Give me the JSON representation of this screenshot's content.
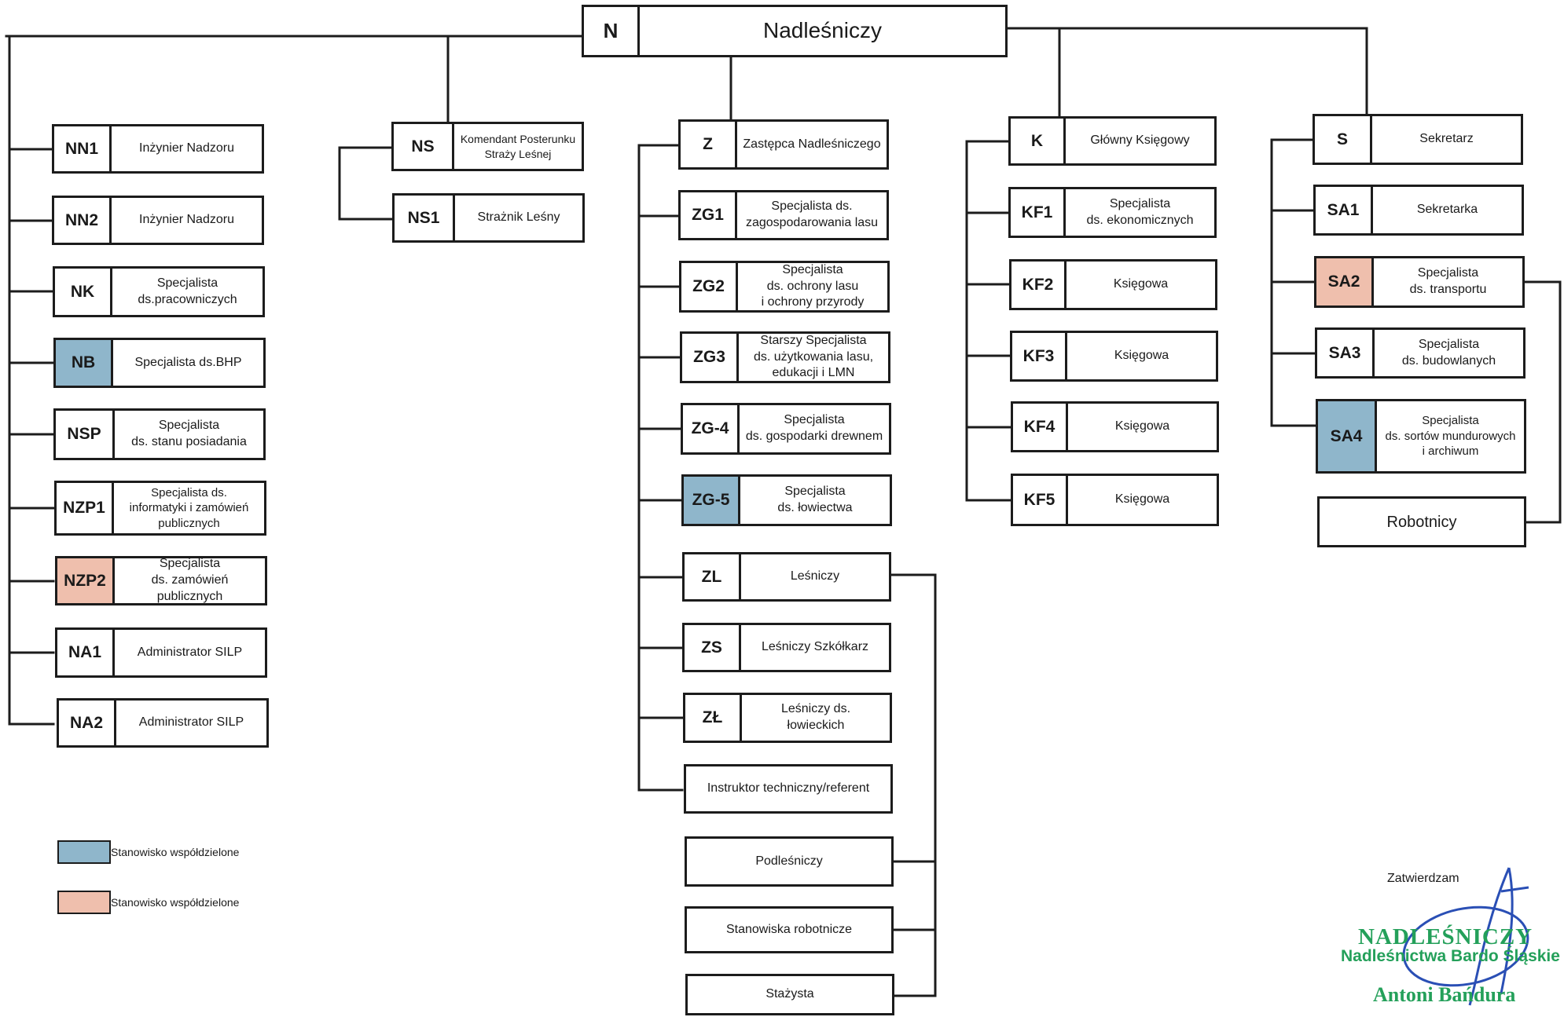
{
  "colors": {
    "shared_blue": "#8fb6cb",
    "shared_pink": "#efbfad",
    "line": "#1c1c1c",
    "stamp_green": "#24a05a",
    "signature_blue": "#2a4fb5"
  },
  "root": {
    "code": "N",
    "title": "Nadleśniczy"
  },
  "units": {
    "NN1": {
      "code": "NN1",
      "title": "Inżynier Nadzoru"
    },
    "NN2": {
      "code": "NN2",
      "title": "Inżynier Nadzoru"
    },
    "NK": {
      "code": "NK",
      "title": "Specjalista\nds.pracowniczych"
    },
    "NB": {
      "code": "NB",
      "title": "Specjalista ds.BHP",
      "shared": "blue"
    },
    "NSP": {
      "code": "NSP",
      "title": "Specjalista\nds. stanu posiadania"
    },
    "NZP1": {
      "code": "NZP1",
      "title": "Specjalista ds.\ninformatyki i zamówień\npublicznych"
    },
    "NZP2": {
      "code": "NZP2",
      "title": "Specjalista\nds. zamówień publicznych",
      "shared": "pink"
    },
    "NA1": {
      "code": "NA1",
      "title": "Administrator SILP"
    },
    "NA2": {
      "code": "NA2",
      "title": "Administrator SILP"
    },
    "NS": {
      "code": "NS",
      "title": "Komendant Posterunku\nStraży Leśnej"
    },
    "NS1": {
      "code": "NS1",
      "title": "Strażnik Leśny"
    },
    "Z": {
      "code": "Z",
      "title": "Zastępca Nadleśniczego"
    },
    "ZG1": {
      "code": "ZG1",
      "title": "Specjalista ds.\nzagospodarowania lasu"
    },
    "ZG2": {
      "code": "ZG2",
      "title": "Specjalista\nds. ochrony lasu\ni ochrony przyrody"
    },
    "ZG3": {
      "code": "ZG3",
      "title": "Starszy Specjalista\nds. użytkowania lasu,\nedukacji i LMN"
    },
    "ZG4": {
      "code": "ZG-4",
      "title": "Specjalista\nds. gospodarki drewnem"
    },
    "ZG5": {
      "code": "ZG-5",
      "title": "Specjalista\nds. łowiectwa",
      "shared": "blue"
    },
    "ZL": {
      "code": "ZL",
      "title": "Leśniczy"
    },
    "ZS": {
      "code": "ZS",
      "title": "Leśniczy Szkółkarz"
    },
    "ZLL": {
      "code": "ZŁ",
      "title": "Leśniczy ds.\nłowieckich"
    },
    "INSTR": {
      "title": "Instruktor techniczny/referent"
    },
    "PODL": {
      "title": "Podleśniczy"
    },
    "STROB": {
      "title": "Stanowiska robotnicze"
    },
    "STAZ": {
      "title": "Stażysta"
    },
    "K": {
      "code": "K",
      "title": "Główny Księgowy"
    },
    "KF1": {
      "code": "KF1",
      "title": "Specjalista\nds. ekonomicznych"
    },
    "KF2": {
      "code": "KF2",
      "title": "Księgowa"
    },
    "KF3": {
      "code": "KF3",
      "title": "Księgowa"
    },
    "KF4": {
      "code": "KF4",
      "title": "Księgowa"
    },
    "KF5": {
      "code": "KF5",
      "title": "Księgowa"
    },
    "S": {
      "code": "S",
      "title": "Sekretarz"
    },
    "SA1": {
      "code": "SA1",
      "title": "Sekretarka"
    },
    "SA2": {
      "code": "SA2",
      "title": "Specjalista\nds. transportu",
      "shared": "pink"
    },
    "SA3": {
      "code": "SA3",
      "title": "Specjalista\nds. budowlanych"
    },
    "SA4": {
      "code": "SA4",
      "title": "Specjalista\nds. sortów mundurowych\ni archiwum",
      "shared": "blue"
    },
    "ROB": {
      "title": "Robotnicy"
    }
  },
  "legend": [
    {
      "color": "blue",
      "label": "Stanowisko współdzielone"
    },
    {
      "color": "pink",
      "label": "Stanowisko współdzielone"
    }
  ],
  "approval": {
    "label": "Zatwierdzam",
    "title": "NADLEŚNICZY",
    "office": "Nadleśnictwa Bardo Śląskie",
    "name": "Antoni Bańdura"
  }
}
